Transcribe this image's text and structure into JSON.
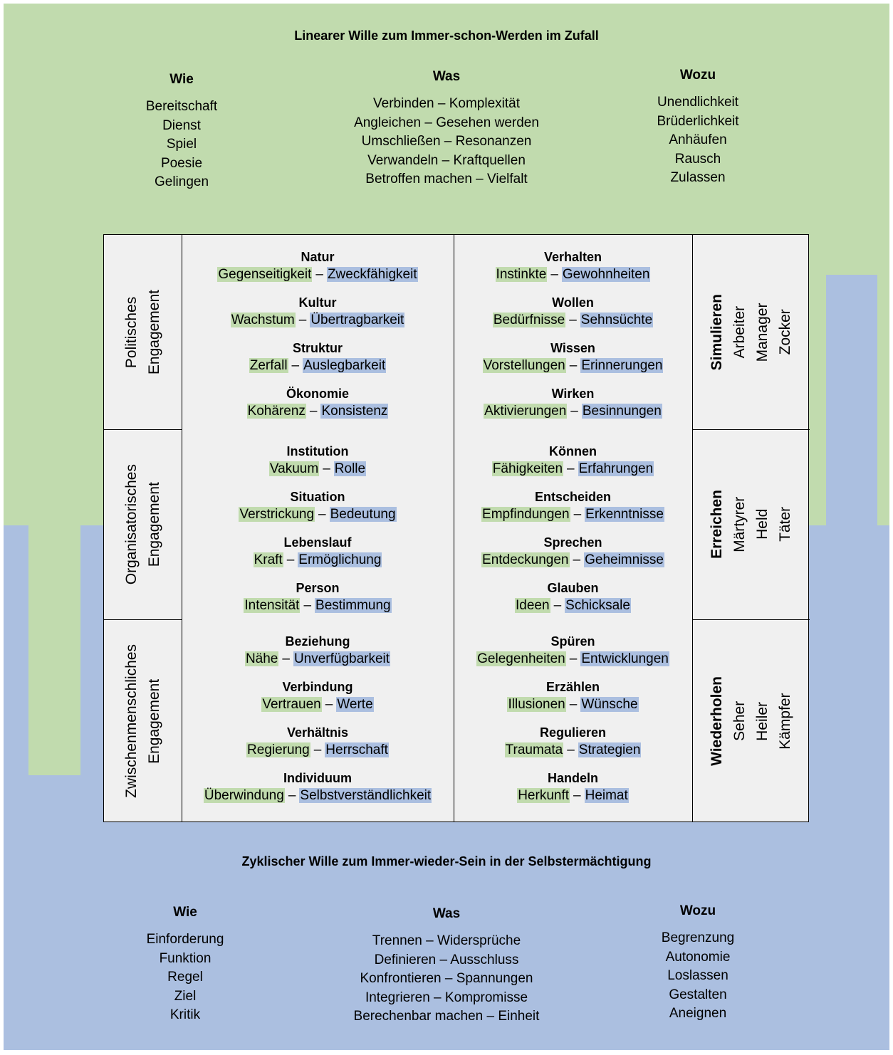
{
  "colors": {
    "green": "#C1DBAE",
    "blue": "#ABBFE0",
    "panel": "#F0F0F0"
  },
  "top": {
    "title": "Linearer Wille zum Immer-schon-Werden im Zufall",
    "wie": {
      "header": "Wie",
      "items": [
        "Bereitschaft",
        "Dienst",
        "Spiel",
        "Poesie",
        "Gelingen"
      ]
    },
    "was": {
      "header": "Was",
      "items": [
        "Verbinden – Komplexität",
        "Angleichen – Gesehen werden",
        "Umschließen – Resonanzen",
        "Verwandeln – Kraftquellen",
        "Betroffen machen – Vielfalt"
      ]
    },
    "wozu": {
      "header": "Wozu",
      "items": [
        "Unendlichkeit",
        "Brüderlichkeit",
        "Anhäufen",
        "Rausch",
        "Zulassen"
      ]
    }
  },
  "bottom": {
    "title": "Zyklischer Wille zum Immer-wieder-Sein in der Selbstermächtigung",
    "wie": {
      "header": "Wie",
      "items": [
        "Einforderung",
        "Funktion",
        "Regel",
        "Ziel",
        "Kritik"
      ]
    },
    "was": {
      "header": "Was",
      "items": [
        "Trennen – Widersprüche",
        "Definieren – Ausschluss",
        "Konfrontieren – Spannungen",
        "Integrieren – Kompromisse",
        "Berechenbar machen – Einheit"
      ]
    },
    "wozu": {
      "header": "Wozu",
      "items": [
        "Begrenzung",
        "Autonomie",
        "Loslassen",
        "Gestalten",
        "Aneignen"
      ]
    }
  },
  "rows": [
    {
      "engagement": [
        "Politisches",
        "Engagement"
      ],
      "left": [
        {
          "t": "Natur",
          "a": "Gegenseitigkeit",
          "b": "Zweckfähigkeit"
        },
        {
          "t": "Kultur",
          "a": "Wachstum",
          "b": "Übertragbarkeit"
        },
        {
          "t": "Struktur",
          "a": "Zerfall",
          "b": "Auslegbarkeit"
        },
        {
          "t": "Ökonomie",
          "a": "Kohärenz",
          "b": "Konsistenz"
        }
      ],
      "right": [
        {
          "t": "Verhalten",
          "a": "Instinkte",
          "b": "Gewohnheiten"
        },
        {
          "t": "Wollen",
          "a": "Bedürfnisse",
          "b": "Sehnsüchte"
        },
        {
          "t": "Wissen",
          "a": "Vorstellungen",
          "b": "Erinnerungen"
        },
        {
          "t": "Wirken",
          "a": "Aktivierungen",
          "b": "Besinnungen"
        }
      ],
      "mode": {
        "title": "Simulieren",
        "roles": [
          "Arbeiter",
          "Manager",
          "Zocker"
        ]
      }
    },
    {
      "engagement": [
        "Organisatorisches",
        "Engagement"
      ],
      "left": [
        {
          "t": "Institution",
          "a": "Vakuum",
          "b": "Rolle"
        },
        {
          "t": "Situation",
          "a": "Verstrickung",
          "b": "Bedeutung"
        },
        {
          "t": "Lebenslauf",
          "a": "Kraft",
          "b": "Ermöglichung"
        },
        {
          "t": "Person",
          "a": "Intensität",
          "b": "Bestimmung"
        }
      ],
      "right": [
        {
          "t": "Können",
          "a": "Fähigkeiten",
          "b": "Erfahrungen"
        },
        {
          "t": "Entscheiden",
          "a": "Empfindungen",
          "b": "Erkenntnisse"
        },
        {
          "t": "Sprechen",
          "a": "Entdeckungen",
          "b": "Geheimnisse"
        },
        {
          "t": "Glauben",
          "a": "Ideen",
          "b": "Schicksale"
        }
      ],
      "mode": {
        "title": "Erreichen",
        "roles": [
          "Märtyrer",
          "Held",
          "Täter"
        ]
      }
    },
    {
      "engagement": [
        "Zwischenmenschliches",
        "Engagement"
      ],
      "left": [
        {
          "t": "Beziehung",
          "a": "Nähe",
          "b": "Unverfügbarkeit"
        },
        {
          "t": "Verbindung",
          "a": "Vertrauen",
          "b": "Werte"
        },
        {
          "t": "Verhältnis",
          "a": "Regierung",
          "b": "Herrschaft"
        },
        {
          "t": "Individuum",
          "a": "Überwindung",
          "b": "Selbstverständlichkeit"
        }
      ],
      "right": [
        {
          "t": "Spüren",
          "a": "Gelegenheiten",
          "b": "Entwicklungen"
        },
        {
          "t": "Erzählen",
          "a": "Illusionen",
          "b": "Wünsche"
        },
        {
          "t": "Regulieren",
          "a": "Traumata",
          "b": "Strategien"
        },
        {
          "t": "Handeln",
          "a": "Herkunft",
          "b": "Heimat"
        }
      ],
      "mode": {
        "title": "Wiederholen",
        "roles": [
          "Seher",
          "Heiler",
          "Kämpfer"
        ]
      }
    }
  ],
  "separator": "–"
}
